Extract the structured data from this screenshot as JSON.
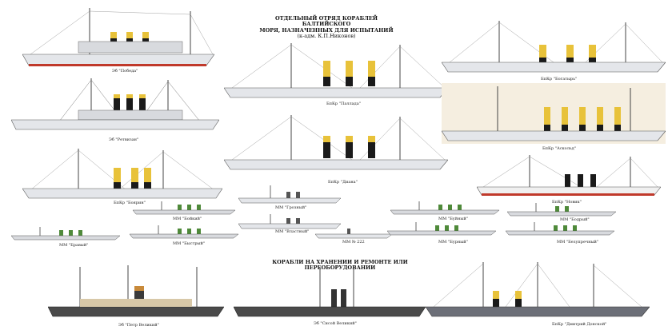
{
  "titles": {
    "top_line1": "ОТДЕЛЬНЫЙ ОТРЯД КОРАБЛЕЙ БАЛТИЙСКОГО",
    "top_line2": "МОРЯ, НАЗНАЧЕННЫХ ДЛЯ ИСПЫТАНИЙ",
    "top_line3": "(к-адм. К.П.Никонов)",
    "bottom": "КОРАБЛИ НА ХРАНЕНИИ И РЕМОНТЕ ИЛИ ПЕРЕОБОРУДОВАНИИ"
  },
  "ships": {
    "pobeda": "Эб \"Победа\"",
    "retvizan": "Эб \"Ретвизан\"",
    "boyarin": "БпКр \"Боярин\"",
    "pallada": "БпКр \"Паллада\"",
    "diana": "БпКр \"Диана\"",
    "bogatyr": "БпКр \"Богатырь\"",
    "askold": "БпКр \"Аскольд\"",
    "novik": "БпКр \"Новик\"",
    "groznyi": "ММ \"Грозный\"",
    "vlastnyi": "ММ \"Властный\"",
    "mm222": "ММ № 222",
    "boikiy": "ММ \"Бойкий\"",
    "bravyi": "ММ \"Бравый\"",
    "bystryi": "ММ \"Быстрый\"",
    "bodryi": "ММ \"Бодрый\"",
    "buinyi": "ММ \"Буйный\"",
    "burnyi": "ММ \"Бурный\"",
    "bezuprechnyi": "ММ \"Безупречный\"",
    "petr": "Эб \"Петр Великий\"",
    "sisoy": "Эб \"Сисой Великий\"",
    "donskoy": "БпКр \"Дмитрий Донской\""
  },
  "colors": {
    "funnel_yellow": "#e8c23a",
    "funnel_black": "#1a1a1a",
    "hull_grey": "#e4e6ea",
    "hull_dark": "#4a4a4a",
    "waterline_red": "#c0392b",
    "green_hull": "#4f8a3a",
    "mast": "#444444"
  }
}
